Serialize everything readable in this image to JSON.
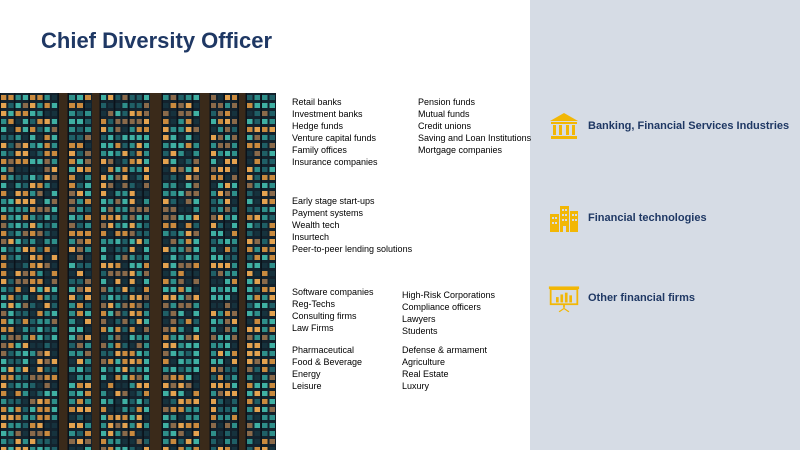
{
  "title": "Chief Diversity Officer",
  "colors": {
    "title": "#1f3864",
    "panel": "#d6dce5",
    "icon": "#f2b705"
  },
  "groups": {
    "banking": {
      "left": [
        "Retail banks",
        "Investment banks",
        "Hedge funds",
        "Venture capital funds",
        "Family offices",
        "Insurance companies"
      ],
      "right": [
        "Pension funds",
        "Mutual funds",
        "Credit unions",
        "Saving and Loan Institutions",
        "Mortgage companies"
      ]
    },
    "fintech": {
      "items": [
        "Early stage start-ups",
        "Payment systems",
        "Wealth tech",
        "Insurtech",
        "Peer-to-peer lending solutions"
      ]
    },
    "other": {
      "left_top": [
        "Software companies",
        "Reg-Techs",
        "Consulting firms",
        "Law Firms"
      ],
      "right_top": [
        "High-Risk Corporations",
        "Compliance officers",
        "Lawyers",
        "Students"
      ],
      "left_bottom": [
        "Pharmaceutical",
        "Food & Beverage",
        "Energy",
        "Leisure"
      ],
      "right_bottom": [
        "Defense & armament",
        "Agriculture",
        "Real Estate",
        "Luxury"
      ]
    }
  },
  "categories": [
    {
      "label": "Banking, Financial Services Industries",
      "icon": "bank-icon"
    },
    {
      "label": "Financial technologies",
      "icon": "buildings-icon"
    },
    {
      "label": "Other financial firms",
      "icon": "presentation-chart-icon"
    }
  ]
}
